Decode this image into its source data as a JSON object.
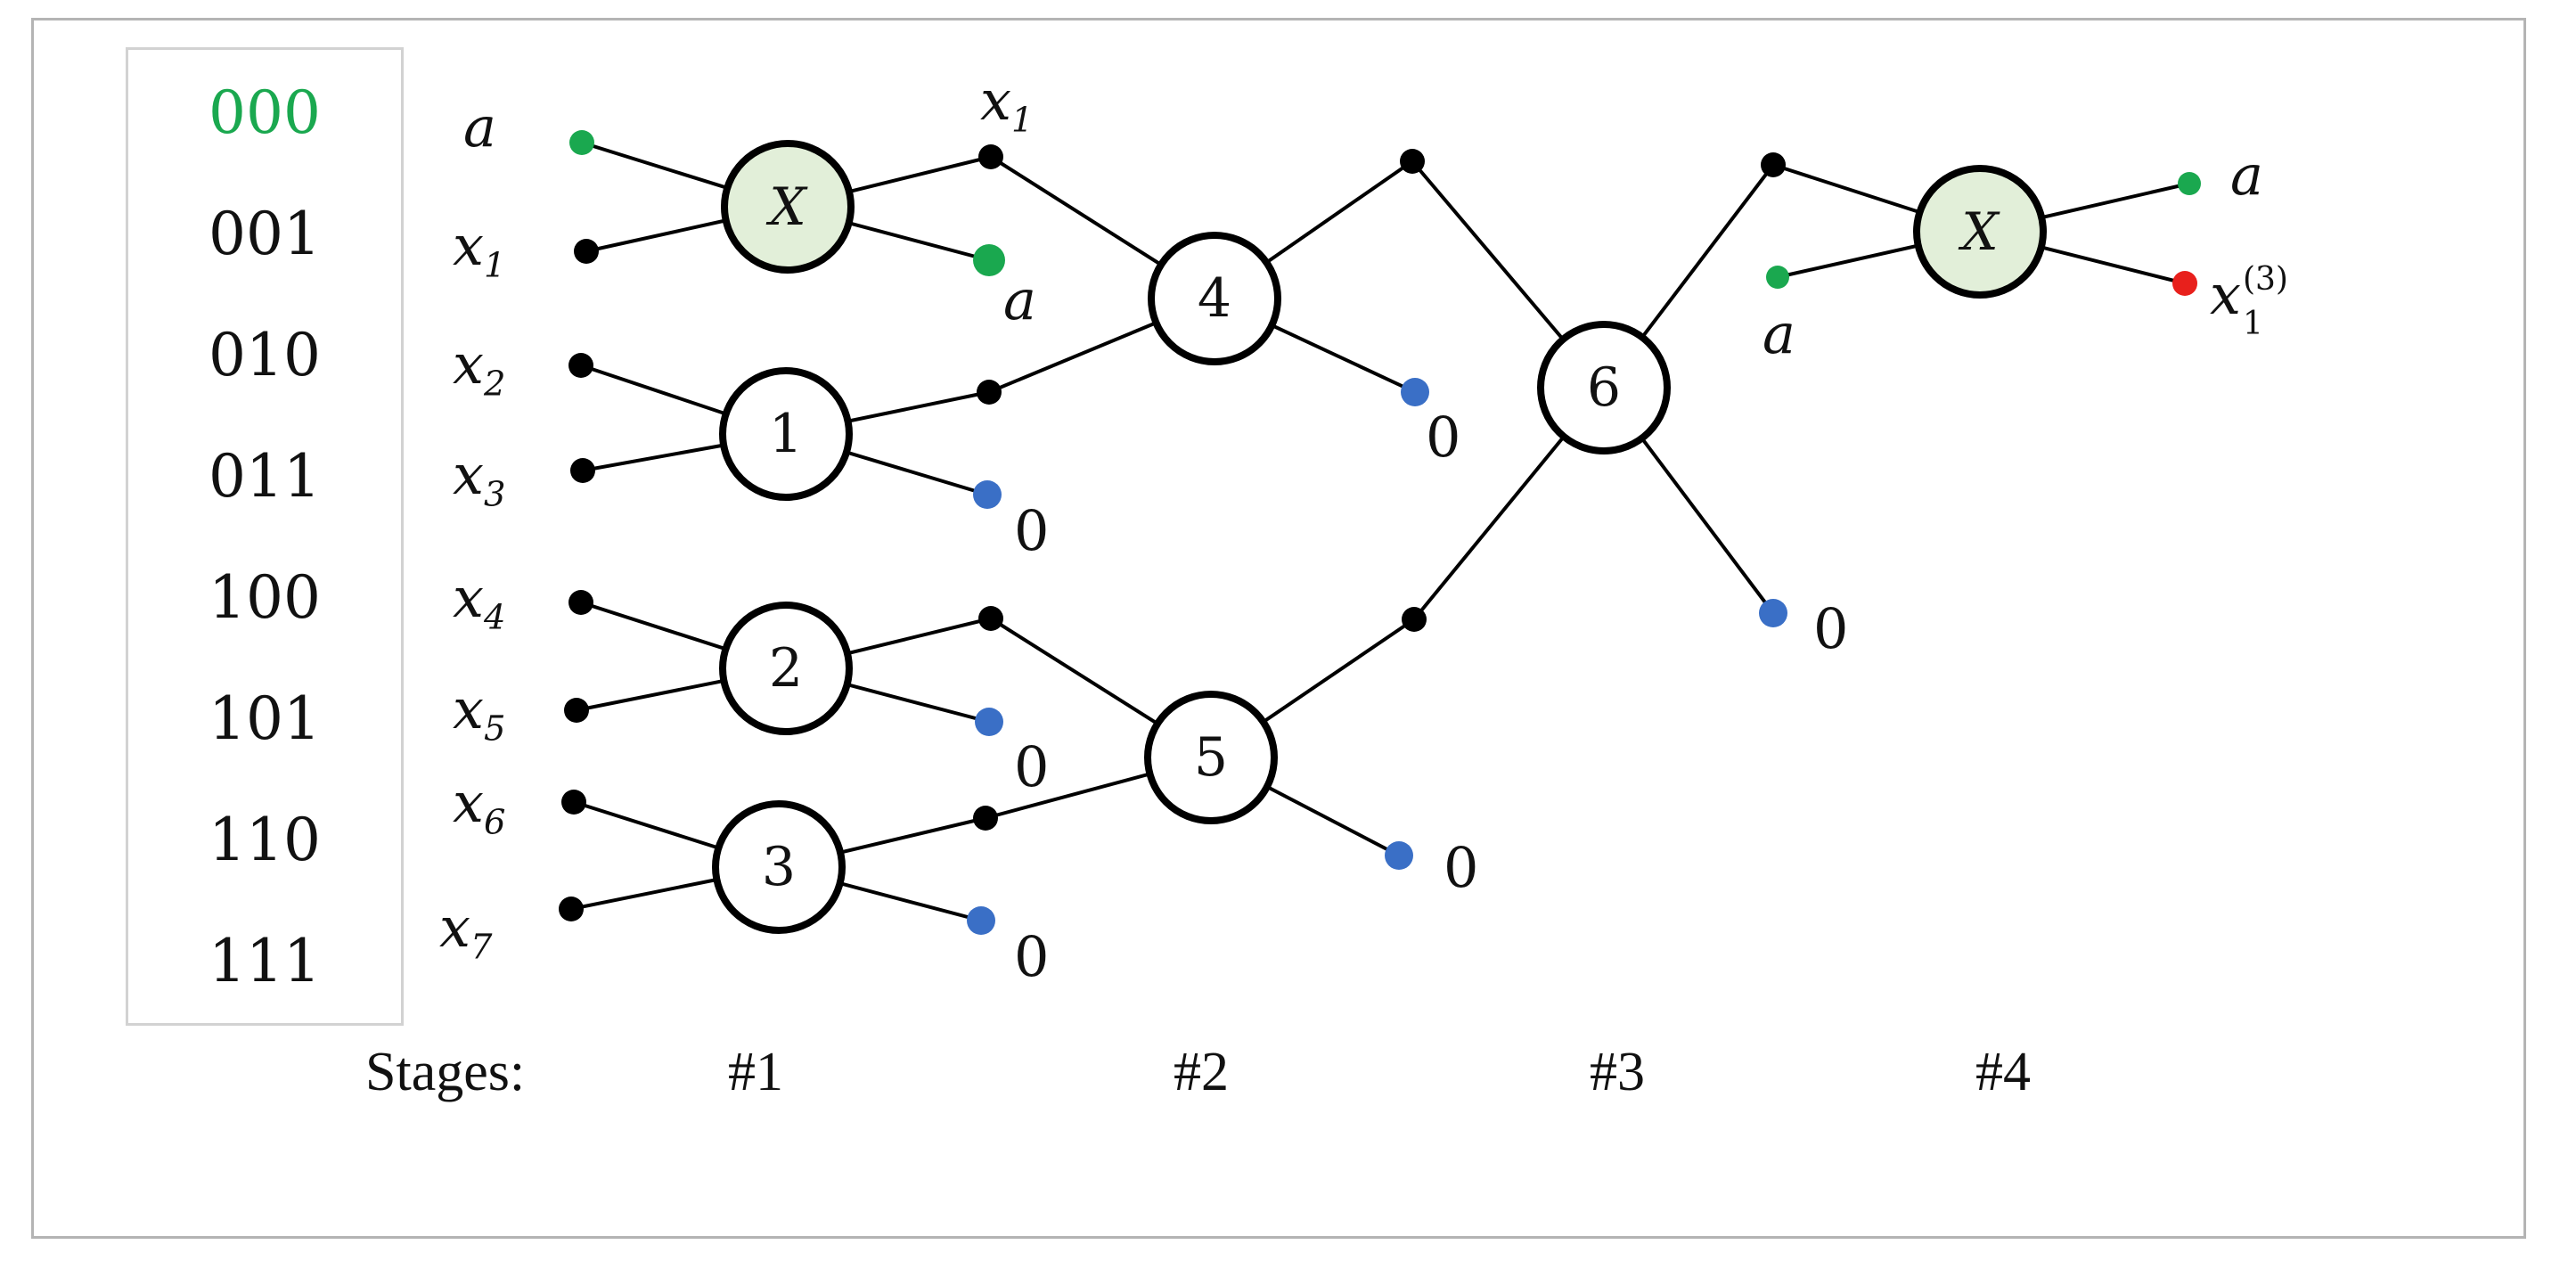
{
  "codes": [
    {
      "text": "000",
      "highlight": true
    },
    {
      "text": "001",
      "highlight": false
    },
    {
      "text": "010",
      "highlight": false
    },
    {
      "text": "011",
      "highlight": false
    },
    {
      "text": "100",
      "highlight": false
    },
    {
      "text": "101",
      "highlight": false
    },
    {
      "text": "110",
      "highlight": false
    },
    {
      "text": "111",
      "highlight": false
    }
  ],
  "inputs": {
    "a": "a",
    "x1": {
      "base": "x",
      "sub": "1"
    },
    "x2": {
      "base": "x",
      "sub": "2"
    },
    "x3": {
      "base": "x",
      "sub": "3"
    },
    "x4": {
      "base": "x",
      "sub": "4"
    },
    "x5": {
      "base": "x",
      "sub": "5"
    },
    "x6": {
      "base": "x",
      "sub": "6"
    },
    "x7": {
      "base": "x",
      "sub": "7"
    }
  },
  "nodes": {
    "swap1": "X",
    "n1": "1",
    "n2": "2",
    "n3": "3",
    "n4": "4",
    "n5": "5",
    "n6": "6",
    "swap2": "X"
  },
  "outputs": {
    "stage1_top": {
      "base": "x",
      "sub": "1"
    },
    "stage1_a": "a",
    "zero": "0",
    "final_a_in": "a",
    "final_a_out": "a",
    "final_x": {
      "base": "x",
      "sub": "1",
      "sup": "(3)"
    }
  },
  "stages": {
    "label": "Stages:",
    "s1": "#1",
    "s2": "#2",
    "s3": "#3",
    "s4": "#4"
  },
  "colors": {
    "swap_fill": "#e2efd9",
    "green_dot": "#1aa84f",
    "blue_dot": "#3a6fc6",
    "red_dot": "#e8201c",
    "black_dot": "#000000",
    "highlight_text": "#1aa84f"
  }
}
